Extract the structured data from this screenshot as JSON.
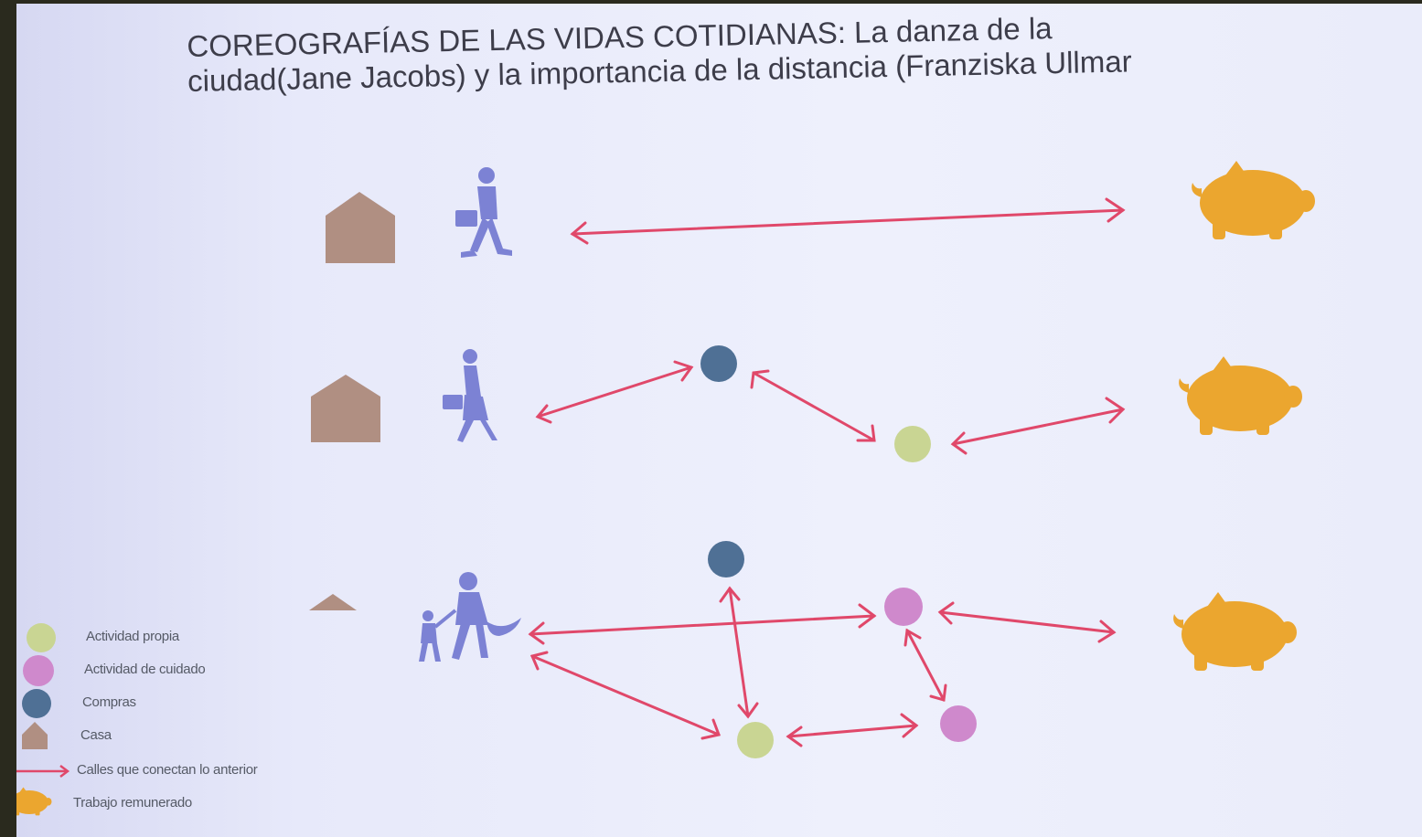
{
  "title": {
    "line1": "COREOGRAFÍAS DE LAS VIDAS COTIDIANAS: La danza de la",
    "line2": "ciudad(Jane Jacobs) y la importancia de la distancia (Franziska Ullmar"
  },
  "colors": {
    "actividad_propia": "#c9d593",
    "actividad_cuidado": "#cf89cc",
    "compras": "#4f7095",
    "casa": "#b08f82",
    "calles": "#e0486a",
    "trabajo": "#eba62f",
    "person": "#7c82d4"
  },
  "icons": [
    "house-icon",
    "walking-man-icon",
    "walking-woman-icon",
    "mother-child-icon",
    "piggy-bank-icon",
    "double-arrow-icon"
  ],
  "legend": {
    "items": [
      {
        "label": "Actividad propia",
        "icon": "green-dot-icon"
      },
      {
        "label": "Actividad de cuidado",
        "icon": "pink-dot-icon"
      },
      {
        "label": "Compras",
        "icon": "blue-dot-icon"
      },
      {
        "label": "Casa",
        "icon": "house-icon"
      },
      {
        "label": "Calles que conectan lo anterior",
        "icon": "double-arrow-icon"
      },
      {
        "label": "Trabajo remunerado",
        "icon": "piggy-bank-icon"
      }
    ]
  }
}
